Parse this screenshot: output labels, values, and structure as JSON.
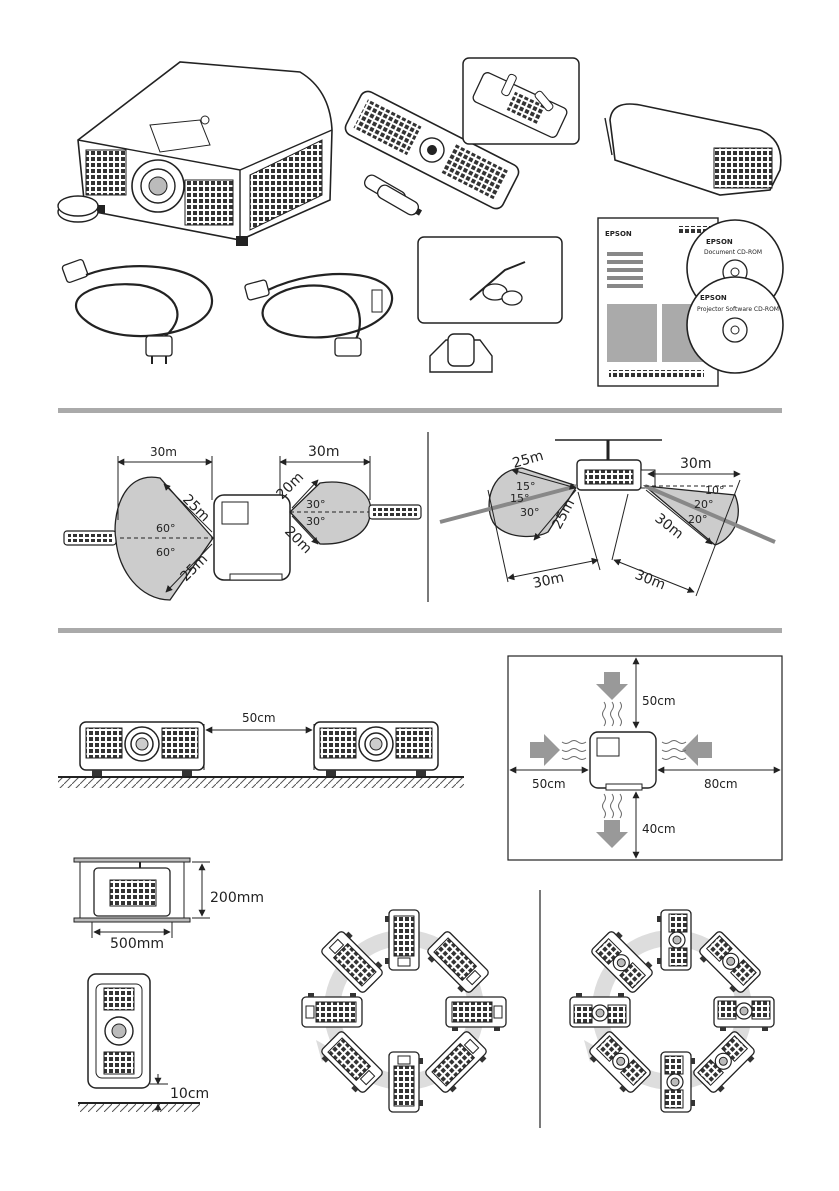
{
  "accessories": {
    "doc_cd_brand": "EPSON",
    "doc_cd_label": "Document CD-ROM",
    "sw_cd_brand": "EPSON",
    "sw_cd_label": "Projector Software CD-ROM",
    "guide_brand": "EPSON"
  },
  "remote_range": {
    "front_distance": "30m",
    "rear_distance": "30m",
    "front_diag_top": "25m",
    "front_diag_bottom": "25m",
    "rear_diag_top": "20m",
    "rear_diag_bottom": "20m",
    "front_angle_top": "60°",
    "front_angle_bottom": "60°",
    "rear_angle_top": "30°",
    "rear_angle_bottom": "30°"
  },
  "ceiling_range": {
    "top_left_distance": "25m",
    "top_right_distance": "30m",
    "left_diag": "25m",
    "right_diag": "30m",
    "bottom_left_distance": "30m",
    "bottom_right_distance": "30m",
    "angle_15a": "15°",
    "angle_15b": "15°",
    "angle_30": "30°",
    "angle_10": "10°",
    "angle_20a": "20°",
    "angle_20b": "20°"
  },
  "spacing": {
    "between_projectors": "50cm"
  },
  "clearance": {
    "top": "50cm",
    "left": "50cm",
    "right": "80cm",
    "bottom": "40cm"
  },
  "enclosure": {
    "height": "200mm",
    "width": "500mm"
  },
  "vertical_mount": {
    "floor_gap": "10cm"
  }
}
